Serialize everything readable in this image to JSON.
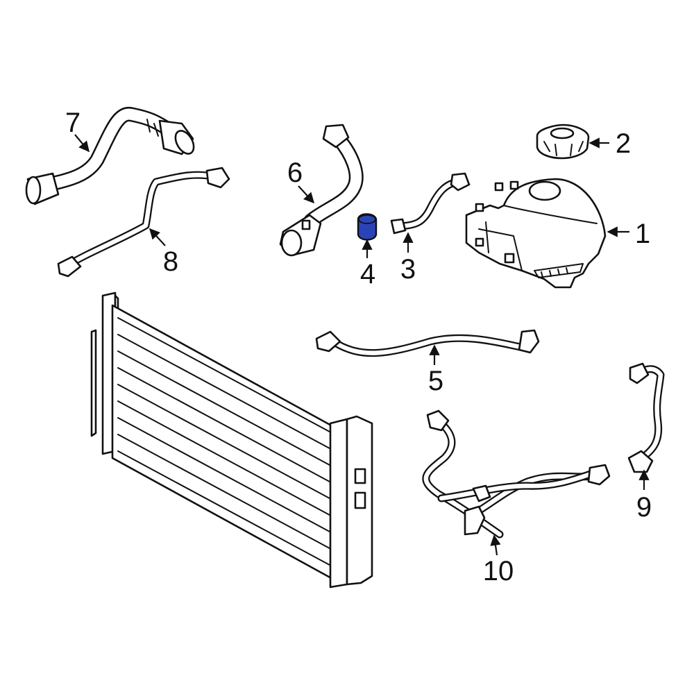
{
  "highlight_color": "#2a44b8",
  "callouts": [
    {
      "part": "coolant-reservoir",
      "number": "1"
    },
    {
      "part": "reservoir-cap",
      "number": "2"
    },
    {
      "part": "reservoir-hose",
      "number": "3"
    },
    {
      "part": "hose-clamp",
      "number": "4",
      "highlighted": true
    },
    {
      "part": "overflow-hose",
      "number": "5"
    },
    {
      "part": "upper-hose",
      "number": "6"
    },
    {
      "part": "radiator-hose",
      "number": "7"
    },
    {
      "part": "vent-hose",
      "number": "8"
    },
    {
      "part": "bypass-hose",
      "number": "9"
    },
    {
      "part": "hose-assembly",
      "number": "10"
    }
  ]
}
